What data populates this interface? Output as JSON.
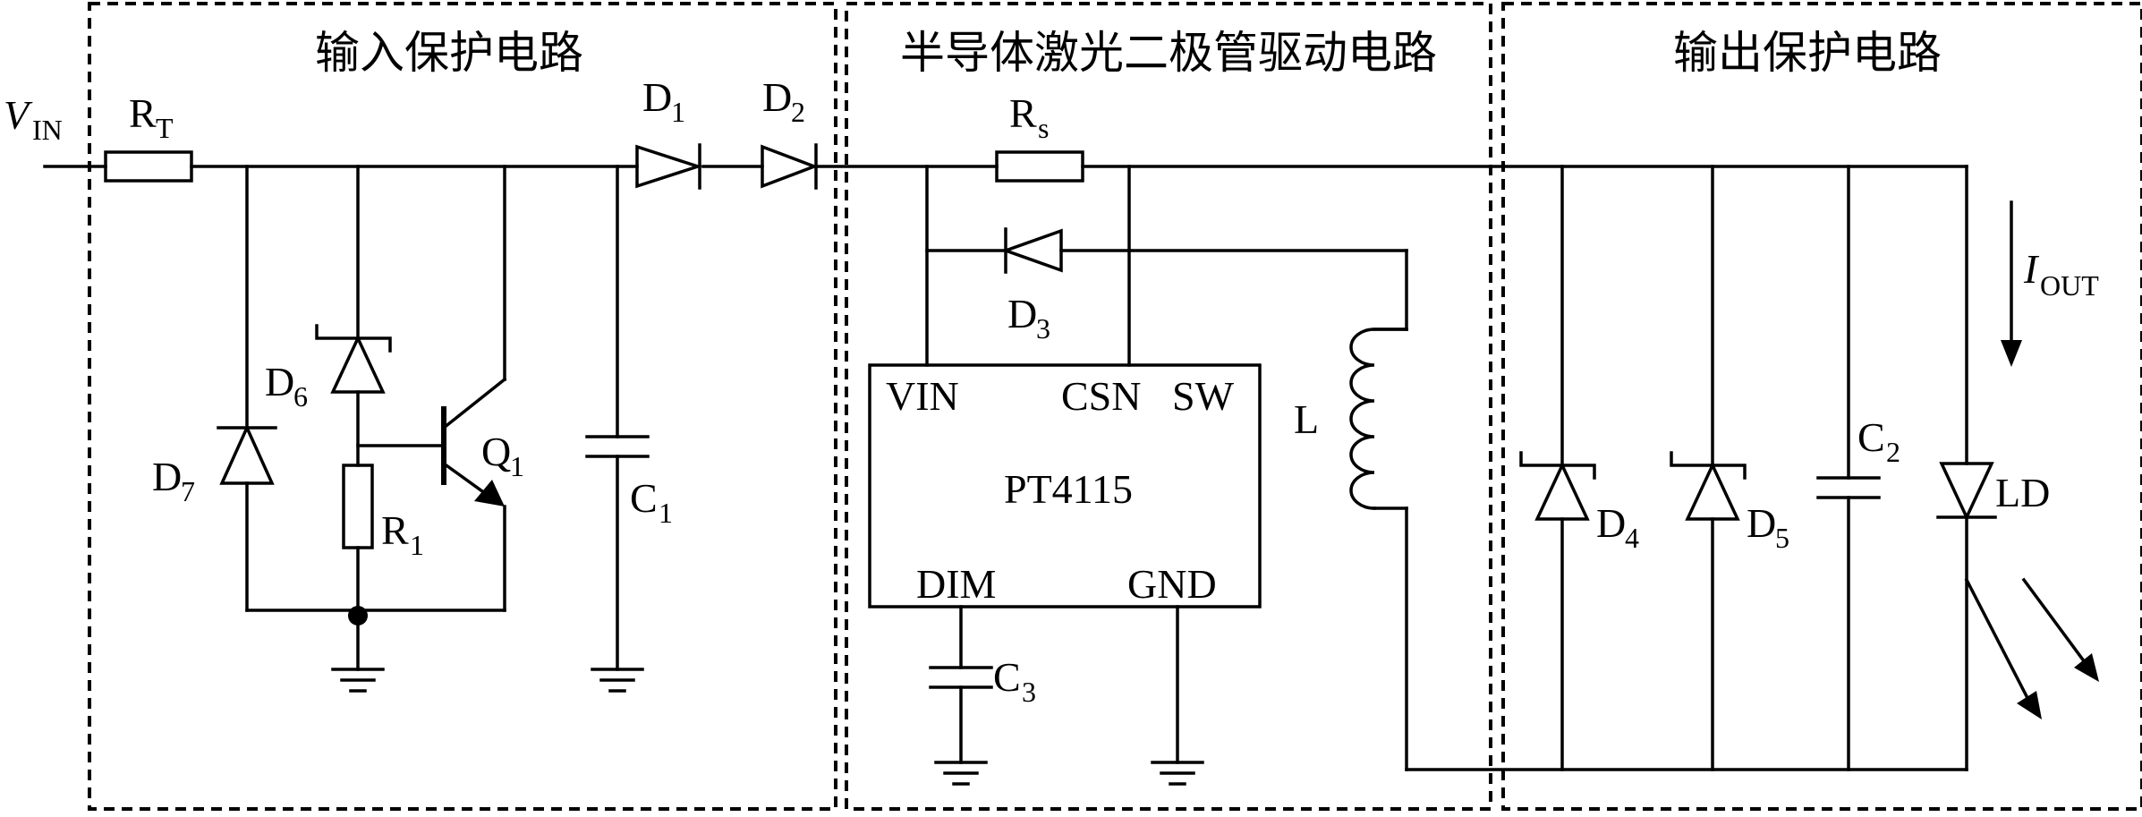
{
  "sections": {
    "input_protection": "输入保护电路",
    "driver": "半导体激光二极管驱动电路",
    "output_protection": "输出保护电路"
  },
  "labels": {
    "vin_main": "V",
    "vin_sub": "IN",
    "rt_main": "R",
    "rt_sub": "T",
    "d1_main": "D",
    "d1_sub": "1",
    "d2_main": "D",
    "d2_sub": "2",
    "rs_main": "R",
    "rs_sub": "s",
    "d3_main": "D",
    "d3_sub": "3",
    "d6_main": "D",
    "d6_sub": "6",
    "d7_main": "D",
    "d7_sub": "7",
    "q1_main": "Q",
    "q1_sub": "1",
    "r1_main": "R",
    "r1_sub": "1",
    "c1_main": "C",
    "c1_sub": "1",
    "c3_main": "C",
    "c3_sub": "3",
    "l": "L",
    "d4_main": "D",
    "d4_sub": "4",
    "d5_main": "D",
    "d5_sub": "5",
    "c2_main": "C",
    "c2_sub": "2",
    "ld": "LD",
    "iout_main": "I",
    "iout_sub": "OUT"
  },
  "ic": {
    "name": "PT4115",
    "pin_vin": "VIN",
    "pin_csn": "CSN",
    "pin_sw": "SW",
    "pin_dim": "DIM",
    "pin_gnd": "GND"
  }
}
